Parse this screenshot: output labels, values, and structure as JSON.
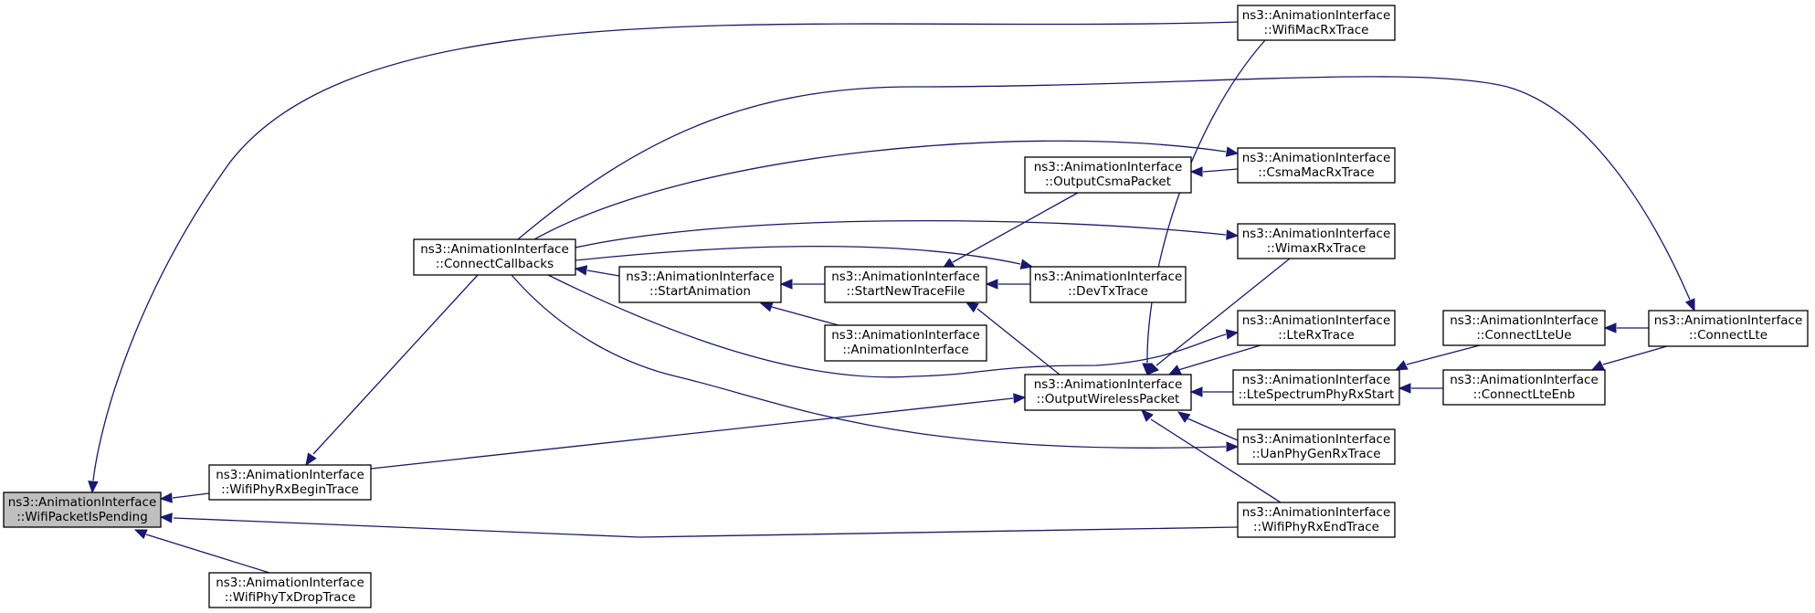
{
  "nodes": [
    {
      "id": "wifi_pkt_pending",
      "line1": "ns3::AnimationInterface",
      "line2": "::WifiPacketIsPending",
      "selected": true
    },
    {
      "id": "wifi_phy_rx_begin",
      "line1": "ns3::AnimationInterface",
      "line2": "::WifiPhyRxBeginTrace"
    },
    {
      "id": "wifi_phy_tx_drop",
      "line1": "ns3::AnimationInterface",
      "line2": "::WifiPhyTxDropTrace"
    },
    {
      "id": "connect_callbacks",
      "line1": "ns3::AnimationInterface",
      "line2": "::ConnectCallbacks"
    },
    {
      "id": "start_animation",
      "line1": "ns3::AnimationInterface",
      "line2": "::StartAnimation"
    },
    {
      "id": "anim_interface",
      "line1": "ns3::AnimationInterface",
      "line2": "::AnimationInterface"
    },
    {
      "id": "start_new_trace",
      "line1": "ns3::AnimationInterface",
      "line2": "::StartNewTraceFile"
    },
    {
      "id": "output_csma",
      "line1": "ns3::AnimationInterface",
      "line2": "::OutputCsmaPacket"
    },
    {
      "id": "output_wireless",
      "line1": "ns3::AnimationInterface",
      "line2": "::OutputWirelessPacket"
    },
    {
      "id": "dev_tx",
      "line1": "ns3::AnimationInterface",
      "line2": "::DevTxTrace"
    },
    {
      "id": "wifi_mac_rx",
      "line1": "ns3::AnimationInterface",
      "line2": "::WifiMacRxTrace"
    },
    {
      "id": "csma_mac_rx",
      "line1": "ns3::AnimationInterface",
      "line2": "::CsmaMacRxTrace"
    },
    {
      "id": "wimax_rx",
      "line1": "ns3::AnimationInterface",
      "line2": "::WimaxRxTrace"
    },
    {
      "id": "lte_rx",
      "line1": "ns3::AnimationInterface",
      "line2": "::LteRxTrace"
    },
    {
      "id": "lte_spectrum",
      "line1": "ns3::AnimationInterface",
      "line2": "::LteSpectrumPhyRxStart"
    },
    {
      "id": "uan_phy",
      "line1": "ns3::AnimationInterface",
      "line2": "::UanPhyGenRxTrace"
    },
    {
      "id": "wifi_phy_rx_end",
      "line1": "ns3::AnimationInterface",
      "line2": "::WifiPhyRxEndTrace"
    },
    {
      "id": "connect_lte_ue",
      "line1": "ns3::AnimationInterface",
      "line2": "::ConnectLteUe"
    },
    {
      "id": "connect_lte_enb",
      "line1": "ns3::AnimationInterface",
      "line2": "::ConnectLteEnb"
    },
    {
      "id": "connect_lte",
      "line1": "ns3::AnimationInterface",
      "line2": "::ConnectLte"
    }
  ],
  "edges": [
    {
      "from": "wifi_phy_rx_begin",
      "to": "wifi_pkt_pending"
    },
    {
      "from": "wifi_phy_tx_drop",
      "to": "wifi_pkt_pending"
    },
    {
      "from": "wifi_phy_rx_end",
      "to": "wifi_pkt_pending"
    },
    {
      "from": "wifi_mac_rx",
      "to": "wifi_pkt_pending"
    },
    {
      "from": "connect_callbacks",
      "to": "wifi_phy_rx_begin"
    },
    {
      "from": "start_animation",
      "to": "connect_callbacks"
    },
    {
      "from": "start_new_trace",
      "to": "start_animation"
    },
    {
      "from": "anim_interface",
      "to": "start_animation"
    },
    {
      "from": "dev_tx",
      "to": "start_new_trace"
    },
    {
      "from": "output_csma",
      "to": "start_new_trace"
    },
    {
      "from": "output_wireless",
      "to": "start_new_trace"
    },
    {
      "from": "csma_mac_rx",
      "to": "output_csma"
    },
    {
      "from": "wifi_phy_rx_begin",
      "to": "output_wireless"
    },
    {
      "from": "wifi_mac_rx",
      "to": "output_wireless"
    },
    {
      "from": "wimax_rx",
      "to": "output_wireless"
    },
    {
      "from": "lte_rx",
      "to": "output_wireless"
    },
    {
      "from": "lte_spectrum",
      "to": "output_wireless"
    },
    {
      "from": "uan_phy",
      "to": "output_wireless"
    },
    {
      "from": "wifi_phy_rx_end",
      "to": "output_wireless"
    },
    {
      "from": "connect_callbacks",
      "to": "csma_mac_rx"
    },
    {
      "from": "connect_callbacks",
      "to": "wimax_rx"
    },
    {
      "from": "connect_callbacks",
      "to": "dev_tx"
    },
    {
      "from": "connect_callbacks",
      "to": "lte_rx"
    },
    {
      "from": "connect_callbacks",
      "to": "uan_phy"
    },
    {
      "from": "connect_callbacks",
      "to": "connect_lte"
    },
    {
      "from": "connect_lte_ue",
      "to": "lte_spectrum"
    },
    {
      "from": "connect_lte_enb",
      "to": "lte_spectrum"
    },
    {
      "from": "connect_lte",
      "to": "connect_lte_ue"
    },
    {
      "from": "connect_lte",
      "to": "connect_lte_enb"
    }
  ]
}
